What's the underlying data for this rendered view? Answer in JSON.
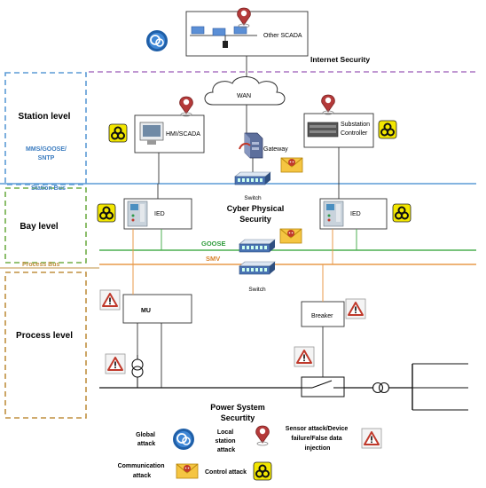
{
  "top": {
    "other_scada": "Other SCADA",
    "internet_security": "Internet Security",
    "wan": "WAN"
  },
  "levels": {
    "station": "Station level",
    "station_protocols_1": "MMS/GOOSE/",
    "station_protocols_2": "SNTP",
    "station_bus": "Station Bus",
    "bay": "Bay level",
    "process_bus": "Process Bus",
    "process": "Process level"
  },
  "devices": {
    "hmi_scada": "HMI/SCADA",
    "gateway": "Gateway",
    "substation_controller_1": "Substation",
    "substation_controller_2": "Controller",
    "switch_station": "Switch",
    "ied_left": "IED",
    "ied_right": "IED",
    "goose": "GOOSE",
    "smv": "SMV",
    "switch_process": "Switch",
    "mu": "MU",
    "breaker": "Breaker"
  },
  "zones": {
    "cyber_physical_1": "Cyber Physical",
    "cyber_physical_2": "Security",
    "power_system_1": "Power System",
    "power_system_2": "Securtity"
  },
  "legend": {
    "global_attack": "Global\nattack",
    "local_station_attack": "Local\nstation\nattack",
    "sensor_attack": "Sensor attack/Device\nfailure/False data\ninjection",
    "communication_attack": "Communication\nattack",
    "control_attack": "Control attack"
  },
  "colors": {
    "station_box": "#5b9bd5",
    "bay_box": "#70ad47",
    "process_box": "#c09040",
    "internet_dash": "#9b59b6",
    "station_bus": "#5b9bd5",
    "goose_bus": "#4caf50",
    "smv_bus": "#e89a4a",
    "process_bus": "#c09040",
    "station_bus_text": "#3a7bbf",
    "goose_text": "#2e9b3a",
    "smv_text": "#d9822b",
    "process_bus_text": "#c09040"
  },
  "icons": [
    "global-attack-icon",
    "local-station-attack-icon",
    "control-attack-icon",
    "communication-attack-icon",
    "sensor-attack-icon",
    "switch-icon",
    "firewall-gateway-icon",
    "cloud-icon",
    "transformer-icon",
    "breaker-switch-icon"
  ]
}
